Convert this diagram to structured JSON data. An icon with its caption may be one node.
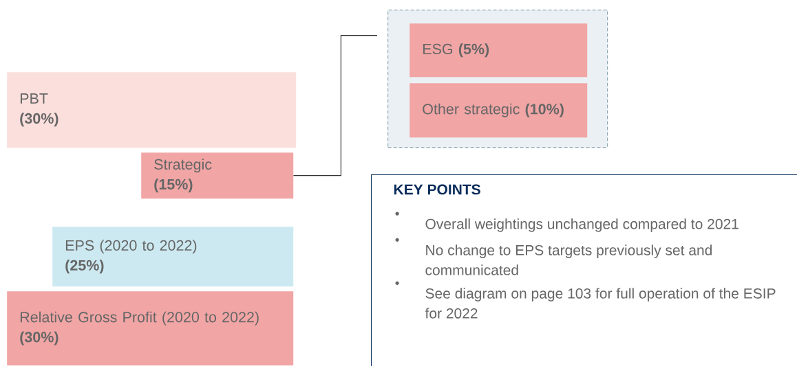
{
  "diagram": {
    "nodes": [
      {
        "text": [
          "PBT",
          "(30%)"
        ]
      },
      {
        "text": [
          "Strategic",
          "(15%)"
        ]
      },
      {
        "text": [],
        "shape": "box"
      },
      {
        "text": [
          "ESG **(5%)**"
        ],
        "in": 2
      },
      {
        "text": [
          "Other strategic **(10%)**"
        ],
        "in": 2
      },
      {
        "text": [
          "EPS (2020 to 2022)",
          "(25%)"
        ]
      },
      {
        "text": [
          "Relative Gross Profit (2020 to 2022)",
          "(30%)"
        ]
      },
      {
        "text": [
          "KEY POINTS",
          "Overall weightings unchanged compared to 2021",
          "No change to EPS targets previously set and communicated",
          "See diagram on page 103 for full operation of the ESIP for 2022"
        ]
      }
    ],
    "edges": [
      {
        "from": 1,
        "to": 2,
        "arrow": "none"
      }
    ]
  }
}
